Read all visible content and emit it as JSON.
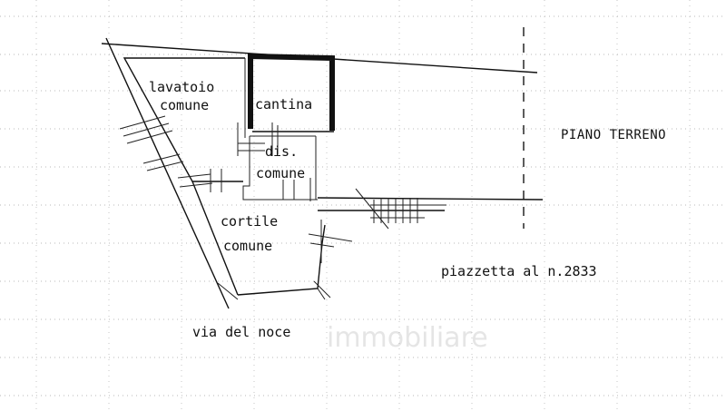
{
  "plan": {
    "floor_label": "PIANO TERRENO",
    "rooms": {
      "lavatoio": "lavatoio",
      "lavatoio_comune": "comune",
      "cantina": "cantina",
      "dis": "dis.",
      "dis_comune": "comune",
      "cortile": "cortile",
      "cortile_comune": "comune"
    },
    "piazzetta": "piazzetta al n.2833",
    "street": "via del noce"
  },
  "watermark": "immobiliare"
}
